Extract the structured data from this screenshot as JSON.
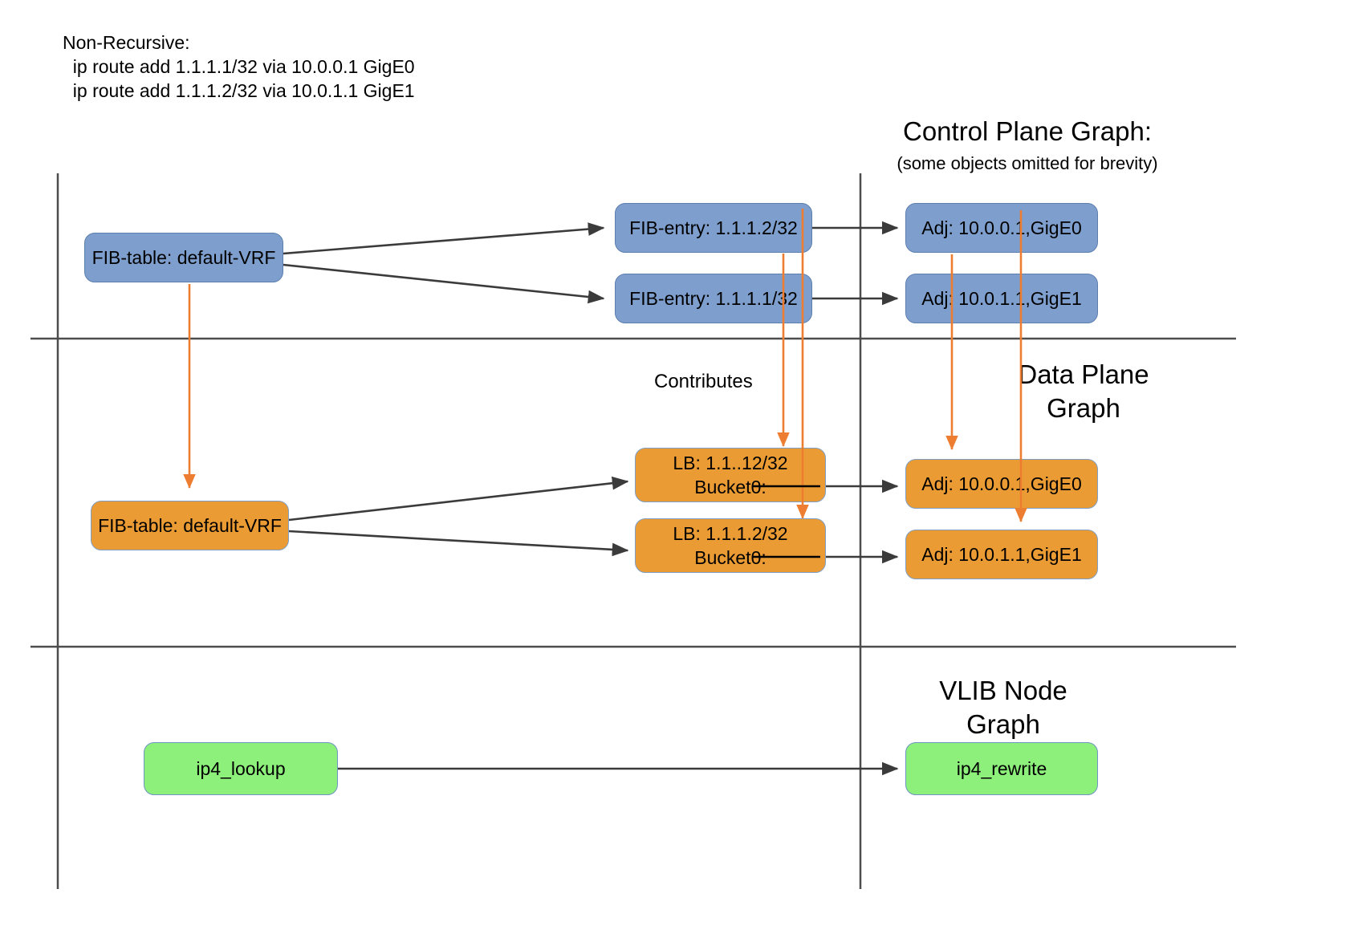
{
  "header": {
    "title": "Non-Recursive:",
    "route1": "  ip route add 1.1.1.1/32 via 10.0.0.1 GigE0",
    "route2": "  ip route add 1.1.1.2/32 via 10.0.1.1 GigE1"
  },
  "sections": {
    "control_plane": {
      "title": "Control Plane Graph:",
      "subtitle": "(some objects omitted for brevity)"
    },
    "data_plane": {
      "title_line1": "Data Plane",
      "title_line2": "Graph"
    },
    "vlib": {
      "title_line1": "VLIB Node",
      "title_line2": "Graph"
    }
  },
  "labels": {
    "contributes": "Contributes"
  },
  "nodes": {
    "cp_fib_table": "FIB-table: default-VRF",
    "cp_fib_entry_2": "FIB-entry: 1.1.1.2/32",
    "cp_fib_entry_1": "FIB-entry: 1.1.1.1/32",
    "cp_adj_0": "Adj: 10.0.0.1,GigE0",
    "cp_adj_1": "Adj: 10.0.1.1,GigE1",
    "dp_fib_table": "FIB-table: default-VRF",
    "dp_lb_0_l1": "LB: 1.1..12/32",
    "dp_lb_0_l2": "Bucket0:",
    "dp_lb_1_l1": "LB: 1.1.1.2/32",
    "dp_lb_1_l2": "Bucket0:",
    "dp_adj_0": "Adj: 10.0.0.1,GigE0",
    "dp_adj_1": "Adj: 10.0.1.1,GigE1",
    "vlib_lookup": "ip4_lookup",
    "vlib_rewrite": "ip4_rewrite"
  },
  "colors": {
    "blue_fill": "#7e9fcd",
    "orange_fill": "#eb9b34",
    "green_fill": "#8cf07b",
    "edge_black": "#3b3b3b",
    "edge_orange": "#ed7d31",
    "divider": "#4d4d4d"
  }
}
